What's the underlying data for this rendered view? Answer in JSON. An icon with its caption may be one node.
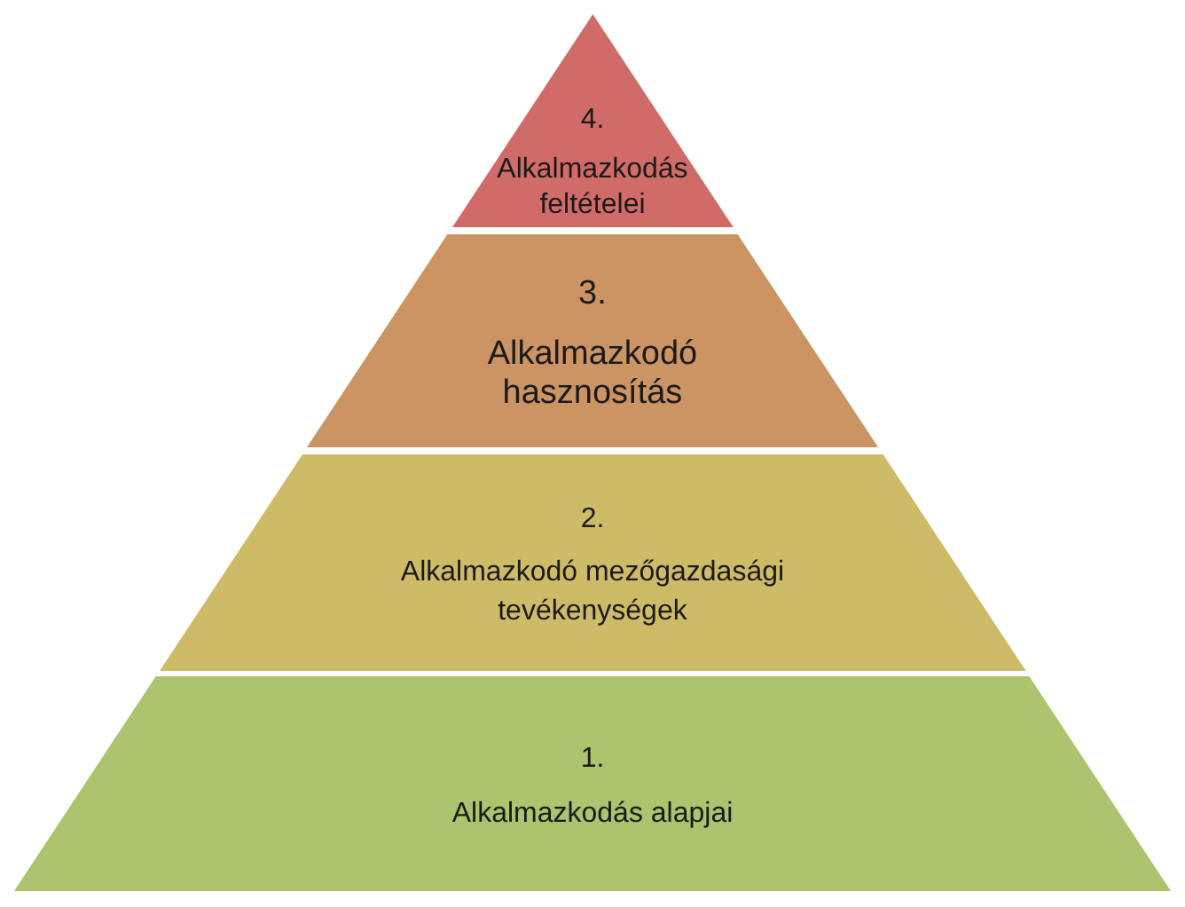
{
  "diagram": {
    "nodes": [
      {
        "text": [
          "4.",
          "Alkalmazkodás feltételei"
        ]
      },
      {
        "text": [
          "3.",
          "Alkalmazkodó hasznosítás"
        ]
      },
      {
        "text": [
          "2.",
          "Alkalmazkodó mezőgazdasági tevékenységek"
        ]
      },
      {
        "text": [
          "1.",
          "Alkalmazkodás alapjai"
        ]
      }
    ]
  }
}
